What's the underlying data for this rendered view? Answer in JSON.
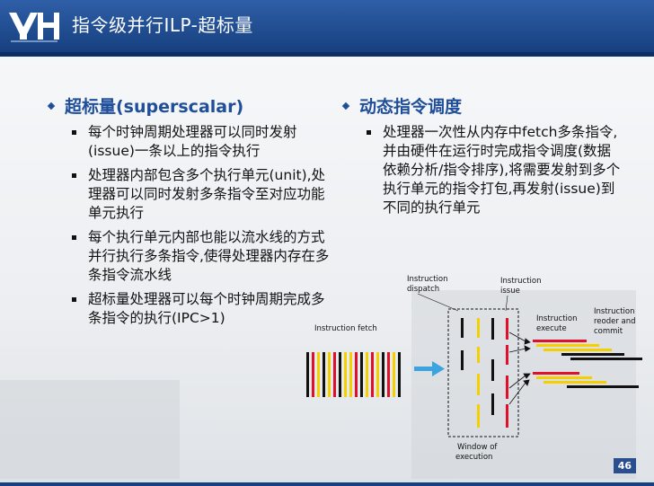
{
  "header": {
    "title": "指令级并行ILP-超标量",
    "logo_text": "YH"
  },
  "left": {
    "heading": "超标量(superscalar)",
    "bullets": [
      "每个时钟周期处理器可以同时发射(issue)一条以上的指令执行",
      "处理器内部包含多个执行单元(unit),处理器可以同时发射多条指令至对应功能单元执行",
      "每个执行单元内部也能以流水线的方式并行执行多条指令,使得处理器内存在多条指令流水线",
      "超标量处理器可以每个时钟周期完成多条指令的执行(IPC>1)"
    ]
  },
  "right": {
    "heading": "动态指令调度",
    "bullets": [
      "处理器一次性从内存中fetch多条指令,并由硬件在运行时完成指令调度(数据依赖分析/指令排序),将需要发射到多个执行单元的指令打包,再发射(issue)到不同的执行单元"
    ]
  },
  "diagram": {
    "labels": {
      "fetch": "Instruction fetch",
      "dispatch_1": "Instruction",
      "dispatch_2": "dispatch",
      "issue_1": "Instruction",
      "issue_2": "issue",
      "execute_1": "Instruction",
      "execute_2": "execute",
      "commit_1": "Instruction",
      "commit_2": "reoder and",
      "commit_3": "commit",
      "window_1": "Window of",
      "window_2": "execution"
    },
    "colors": {
      "black": "#111111",
      "yellow": "#f4d000",
      "red": "#e0102a",
      "arrow": "#3aa3e0"
    }
  },
  "footer": {
    "page_number": "46"
  }
}
